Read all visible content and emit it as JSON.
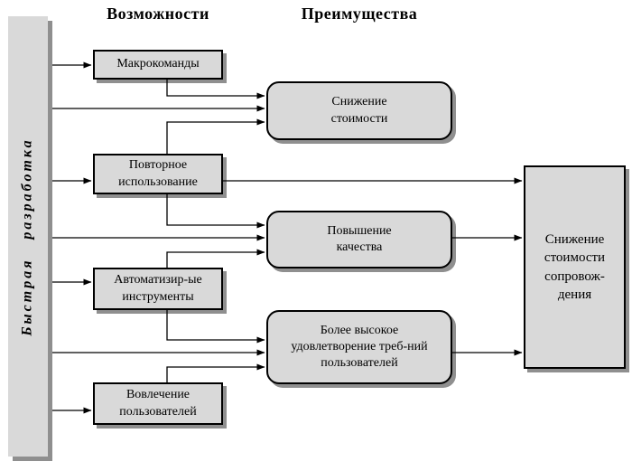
{
  "diagram": {
    "sidebar": {
      "label": "Быстрая разработка"
    },
    "headers": {
      "capabilities": "Возможности",
      "advantages": "Преимущества"
    },
    "capabilities": [
      {
        "lines": [
          "Макрокоманды"
        ]
      },
      {
        "lines": [
          "Повторное",
          "использование"
        ]
      },
      {
        "lines": [
          "Автоматизир-ые",
          "инструменты"
        ]
      },
      {
        "lines": [
          "Вовлечение",
          "пользователей"
        ]
      }
    ],
    "advantages": [
      {
        "lines": [
          "Снижение",
          "стоимости"
        ]
      },
      {
        "lines": [
          "Повышение",
          "качества"
        ]
      },
      {
        "lines": [
          "Более высокое",
          "удовлетворение треб-ний",
          "пользователей"
        ]
      }
    ],
    "outcome": {
      "lines": [
        "Снижение",
        "стоимости",
        "сопровож-",
        "дения"
      ]
    },
    "colors": {
      "box_fill": "#d9d9d9",
      "box_border": "#000000",
      "shadow": "#8f8f8f",
      "line": "#000000",
      "background": "#ffffff"
    }
  }
}
